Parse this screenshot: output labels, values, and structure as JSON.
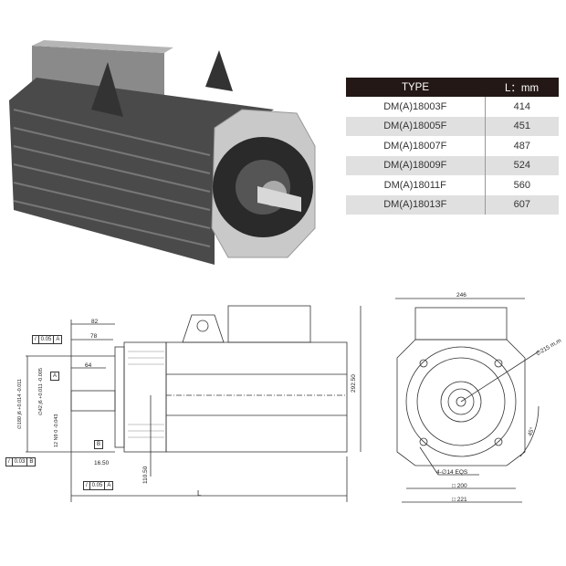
{
  "table": {
    "headers": [
      "TYPE",
      "L：mm"
    ],
    "rows": [
      [
        "DM(A)18003F",
        "414"
      ],
      [
        "DM(A)18005F",
        "451"
      ],
      [
        "DM(A)18007F",
        "487"
      ],
      [
        "DM(A)18009F",
        "524"
      ],
      [
        "DM(A)18011F",
        "560"
      ],
      [
        "DM(A)18013F",
        "607"
      ]
    ]
  },
  "side_view": {
    "dim_82": "82",
    "dim_78": "78",
    "dim_64": "64",
    "dim_16_50": "16.50",
    "dim_110_50": "110.50",
    "dim_292_50": "292.50",
    "dim_L": "L",
    "flange_dia": "∅180 j6 +0.014 -0.011",
    "shaft_dia": "∅42 j6 +0.011 -0.005",
    "key": "12 N9 0 -0.043",
    "tol1": {
      "sym": "/",
      "val": "0.05",
      "ref": "A"
    },
    "tol2": {
      "sym": "/",
      "val": "0.03",
      "ref": "B"
    },
    "tol3": {
      "sym": "/",
      "val": "0.05",
      "ref": "A"
    },
    "datum_a": "A",
    "datum_b": "B"
  },
  "end_view": {
    "dim_246": "246",
    "pcd": "∅215 m.m",
    "angle": "45°",
    "holes": "4-∅14 EQS",
    "sq_200": "□ 200",
    "sq_221": "□ 221"
  }
}
